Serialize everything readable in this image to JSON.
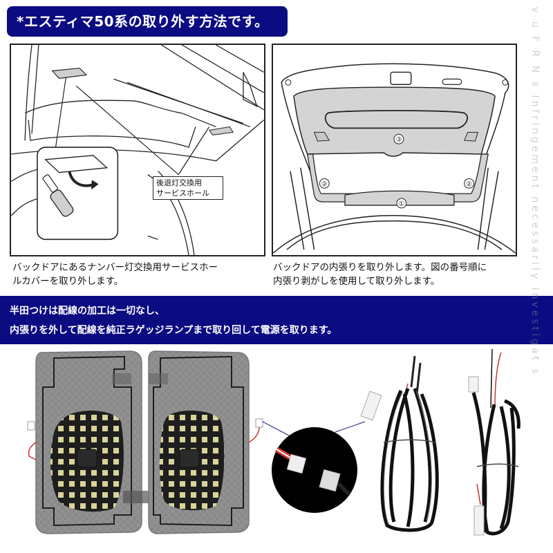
{
  "header": {
    "title": "*エスティマ50系の取り外す方法です。"
  },
  "panels": {
    "left": {
      "callout_line1": "後退灯交換用",
      "callout_line2": "サービスホール",
      "caption_line1": "バックドアにあるナンバー灯交換用サービスホー",
      "caption_line2": "ルカバーを取り外します。"
    },
    "right": {
      "labels": [
        "①",
        "②",
        "②",
        "③"
      ],
      "caption_line1": "バックドアの内張りを取り外します。図の番号順に",
      "caption_line2": "内張り剥がしを使用して取り外します。"
    }
  },
  "info_banner": {
    "line1": "半田つけは配線の加工は一切なし、",
    "line2": "内張りを外して配線を純正ラゲッジランプまで取り回して電源を取ります。"
  },
  "products": {
    "items": [
      "led-lamp-left",
      "led-lamp-right",
      "connector-closeup",
      "wiring-harness-1",
      "wiring-harness-2"
    ]
  },
  "watermark": {
    "text": "v u F R N s Infringement necessarily investigat s"
  },
  "colors": {
    "banner_bg": "#0b0b82",
    "banner_text": "#ffffff",
    "panel_fill": "#d4d4d4",
    "line": "#222222"
  }
}
